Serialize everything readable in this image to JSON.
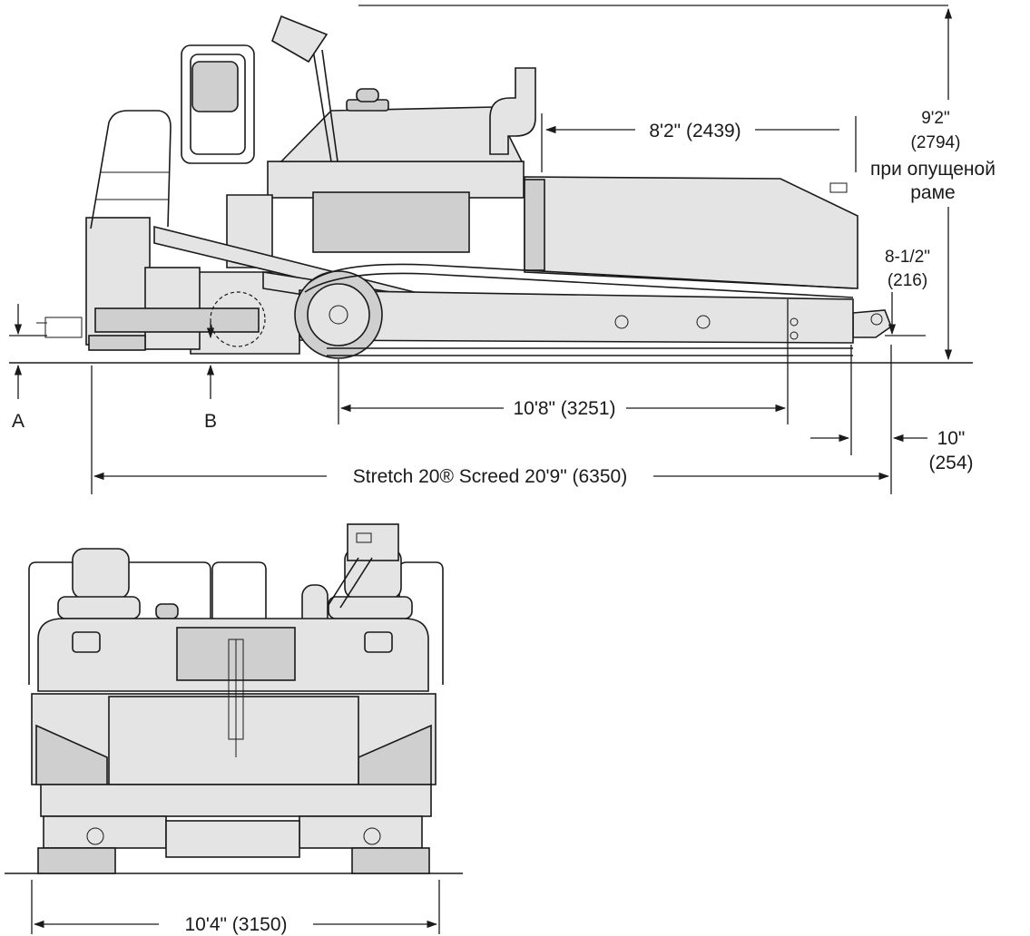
{
  "side_view": {
    "labels": {
      "width_overall": "8'2\" (2439)",
      "height_in": "9'2\"",
      "height_mm": "(2794)",
      "height_note_1": "при опущеной",
      "height_note_2": "раме",
      "clearance_in": "8-1/2\"",
      "clearance_mm": "(216)",
      "point_a": "A",
      "point_b": "B",
      "track_length": "10'8\" (3251)",
      "offset_in": "10\"",
      "offset_mm": "(254)",
      "screed": "Stretch 20® Screed 20'9\" (6350)"
    }
  },
  "front_view": {
    "labels": {
      "width": "10'4\" (3150)"
    }
  }
}
